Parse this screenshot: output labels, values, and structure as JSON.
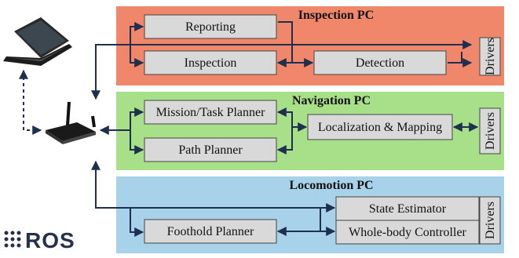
{
  "colors": {
    "inspection_panel": "#f1876a",
    "navigation_panel": "#a8e08a",
    "locomotion_panel": "#a8d2ea",
    "module_box": "#d9d9d9",
    "arrow": "#1f2f4f"
  },
  "panels": {
    "inspection": {
      "title": "Inspection PC",
      "modules": {
        "reporting": "Reporting",
        "inspection": "Inspection",
        "detection": "Detection"
      },
      "drivers": "Drivers"
    },
    "navigation": {
      "title": "Navigation PC",
      "modules": {
        "mission": "Mission/Task Planner",
        "path": "Path Planner",
        "localization": "Localization & Mapping"
      },
      "drivers": "Drivers"
    },
    "locomotion": {
      "title": "Locomotion PC",
      "modules": {
        "foothold": "Foothold Planner",
        "state_estimator": "State Estimator",
        "whole_body": "Whole-body Controller"
      },
      "drivers": "Drivers"
    }
  },
  "logos": {
    "ros": "ROS"
  },
  "icons": {
    "laptop": "laptop-icon",
    "router": "router-icon",
    "ros_logo": "ros-logo-icon"
  }
}
